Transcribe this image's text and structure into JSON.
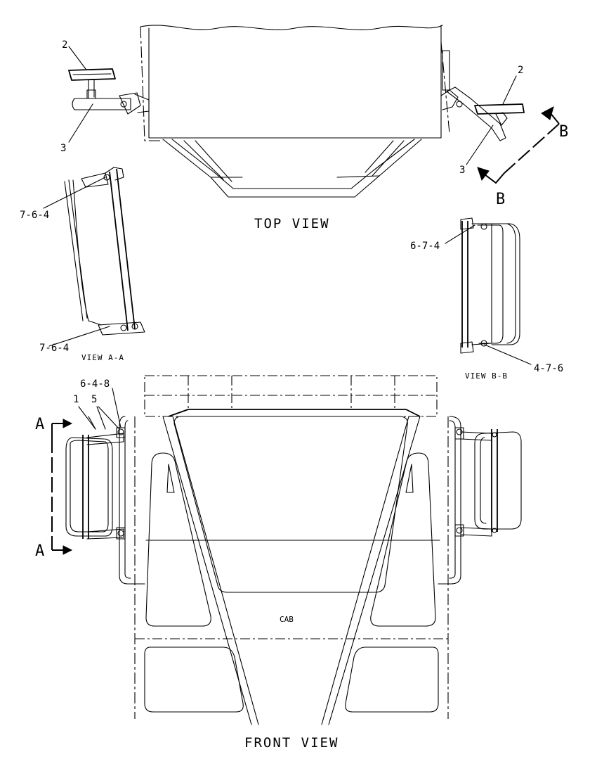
{
  "views": {
    "top": "TOP VIEW",
    "front": "FRONT VIEW",
    "view_a": "VIEW A-A",
    "view_b": "VIEW B-B",
    "cab": "CAB"
  },
  "callouts": {
    "top_left_mirror": "2",
    "top_left_bracket": "3",
    "top_right_mirror": "2",
    "top_right_bracket": "3",
    "view_a_upper": "7-6-4",
    "view_a_lower": "7-6-4",
    "view_b_upper": "6-7-4",
    "view_b_lower": "4-7-6",
    "front_part_1": "1",
    "front_part_5": "5",
    "front_part_648": "6-4-8"
  },
  "section_markers": {
    "a_top": "A",
    "a_bottom": "A",
    "b_top": "B",
    "b_bottom": "B"
  }
}
